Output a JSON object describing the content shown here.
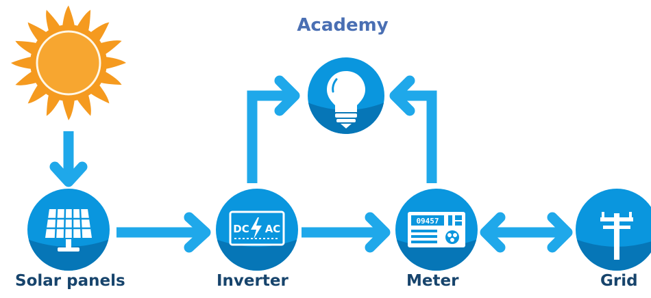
{
  "title": "Academy",
  "colors": {
    "primary_blue": "#0a96de",
    "dark_blue": "#0676b7",
    "arrow_blue": "#1fa8ea",
    "sun_orange": "#f59a1f",
    "text_dark": "#17446c",
    "title_blue": "#4a6fb3"
  },
  "nodes": [
    {
      "id": "sun",
      "icon": "sun-icon"
    },
    {
      "id": "lightbulb",
      "icon": "lightbulb-icon"
    },
    {
      "id": "solar-panels",
      "icon": "solar-panel-icon",
      "label": "Solar panels"
    },
    {
      "id": "inverter",
      "icon": "inverter-icon",
      "label": "Inverter",
      "icon_text_left": "DC",
      "icon_text_right": "AC"
    },
    {
      "id": "meter",
      "icon": "meter-icon",
      "label": "Meter",
      "display_value": "09457"
    },
    {
      "id": "grid",
      "icon": "power-pole-icon",
      "label": "Grid"
    }
  ],
  "edges": [
    {
      "from": "sun",
      "to": "solar-panels",
      "direction": "one-way"
    },
    {
      "from": "solar-panels",
      "to": "inverter",
      "direction": "one-way"
    },
    {
      "from": "inverter",
      "to": "meter",
      "direction": "one-way"
    },
    {
      "from": "inverter",
      "to": "lightbulb",
      "direction": "one-way"
    },
    {
      "from": "meter",
      "to": "lightbulb",
      "direction": "one-way"
    },
    {
      "from": "meter",
      "to": "grid",
      "direction": "two-way"
    }
  ]
}
